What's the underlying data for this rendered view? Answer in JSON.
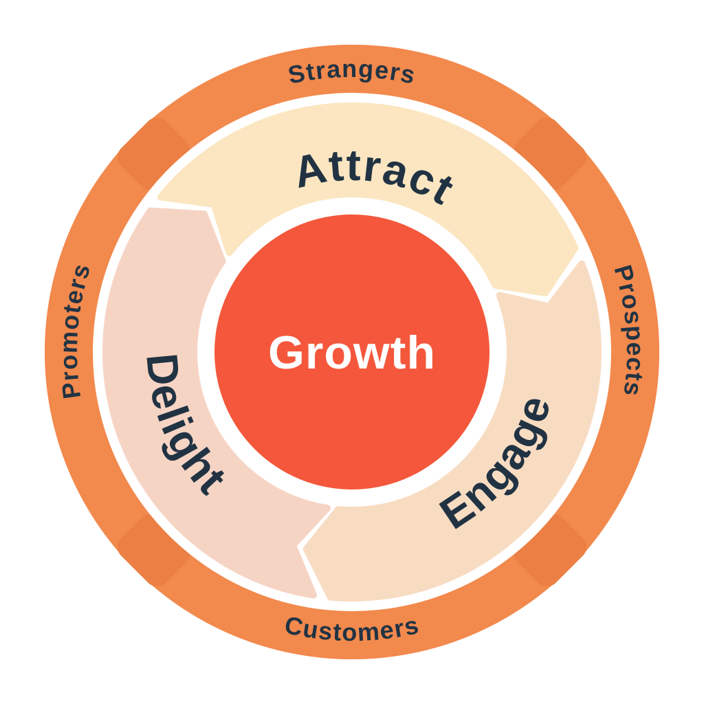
{
  "center": {
    "label": "Growth"
  },
  "segments": [
    {
      "label": "Attract"
    },
    {
      "label": "Engage"
    },
    {
      "label": "Delight"
    }
  ],
  "audiences": [
    {
      "label": "Strangers",
      "position": "top"
    },
    {
      "label": "Prospects",
      "position": "right"
    },
    {
      "label": "Customers",
      "position": "bottom"
    },
    {
      "label": "Promoters",
      "position": "left"
    }
  ],
  "colors": {
    "background": "#FFFFFF",
    "outer_ring": "#F2894D",
    "ring_tab": "#EC7F43",
    "segment_attract": "#FBE6C1",
    "segment_engage": "#F8DCC2",
    "segment_delight": "#F6D4C4",
    "center_circle": "#F4573B",
    "label_text": "#213343",
    "center_text": "#FFFFFF"
  }
}
